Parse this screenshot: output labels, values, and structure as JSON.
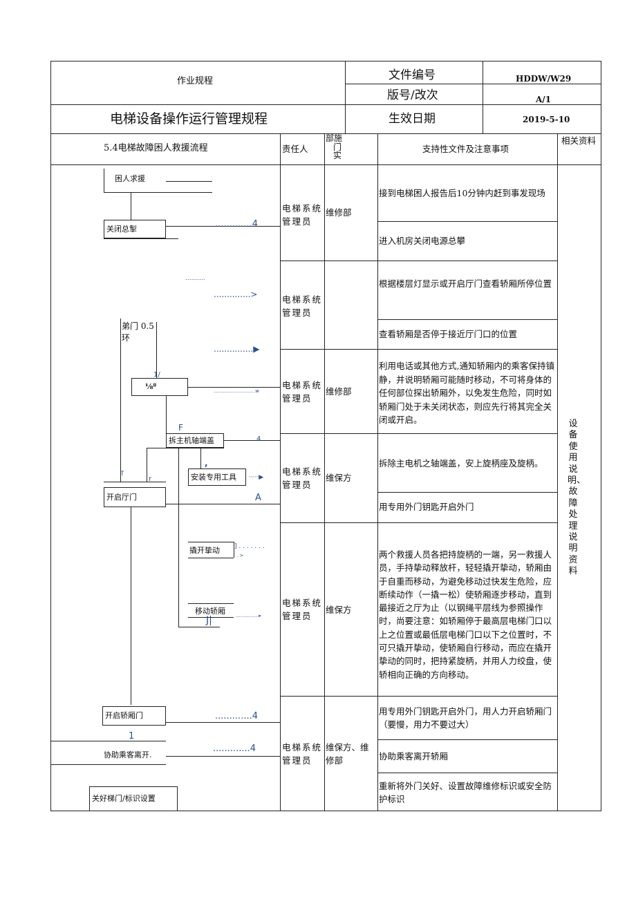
{
  "header": {
    "doc_type": "作业规程",
    "title": "电梯设备操作运行管理规程",
    "file_no_label": "文件编号",
    "file_no_value": "HDDW/W29",
    "version_label": "版号/改次",
    "version_value": "A/1",
    "date_label": "生效日期",
    "date_value": "2019-5-10"
  },
  "columns": {
    "process": "5.4电梯故障困人救援流程",
    "responsible": "责任人",
    "dept_top": "部施",
    "dept_mid": "门",
    "dept_bot": "实",
    "support": "支持性文件及注意事项",
    "related": "相关资料"
  },
  "flow": {
    "n1": "困人求援",
    "n2": "关闭总掣",
    "n3": "弟门 0.5",
    "n3b": "环",
    "n4": "⅛⁸",
    "n4mark": "1/",
    "n5": "拆主机轴端盖",
    "n5mark": "F",
    "n6": "安装专用工具",
    "n7": "开启厅门",
    "n8": "撬开挚动",
    "n9": "移动轿厢",
    "n10": "开启轿厢门",
    "n11": "协助乘客离开.",
    "n12": "关好梯门/标识设置",
    "dots1": ".............4",
    "dots2": "..........",
    "dots3": "..............>",
    "dots4": "...............▶",
    "dots5": "...........................w",
    "dots6": "4",
    "dots7": "·····▶",
    "dots8": "A",
    "dots9": "] . . . . . . .",
    "dots9b": ". >",
    "dots10": "...............▸",
    "dots11": "J|",
    "dots12": ".............4",
    "dots13": "1",
    "dots14": ".............4",
    "tick1": "T",
    "tick2": "r",
    "tick3": ","
  },
  "rows": [
    {
      "resp": "电梯系统管理员",
      "dept": "维修部",
      "notes": [
        "接到电梯困人报告后10分钟内赶到事发现场",
        "进入机房关闭电源总攀"
      ]
    },
    {
      "resp": "电梯系统管理员",
      "dept": "",
      "notes": [
        "根据楼层灯显示或开启厅门查看轿厢所停位置",
        "查看轿厢是否停于接近厅门口的位置"
      ]
    },
    {
      "resp": "电梯系统管理员",
      "dept": "维修部",
      "notes": [
        "利用电话或其他方式,通知轿厢内的乘客保持镇静，并说明轿厢可能随时移动，不可将身体的任何部位探出轿厢外，以免发生危险，同时如轿厢门处于未关闭状态，则应先行将其完全关闭或开启。"
      ]
    },
    {
      "resp": "电梯系统管理员",
      "dept": "维保方",
      "notes": [
        "拆除主电机之轴端盖，安上旋柄座及旋柄。",
        "用专用外门钥匙开启外门"
      ]
    },
    {
      "resp": "电梯系统管理员",
      "dept": "维保方",
      "notes": [
        "两个救援人员各把持旋柄的一端，另一救援人员，手持挚动释放杆，轻轻撬开挚动，轿厢由于自重而移动，为避免移动过快发生危险，应断续动作（一撬一松）使轿厢逐步移动，直到最接近之厅为止（以钢绳平层线为参照操作时，尚要注意：如轿厢停于最高层电梯门口以上之位置或最低层电梯门口以下之位置时，不可只撬开挚动，使轿厢自行移动，而应在撬开挚动的同时，把持紧旋柄，并用人力绞盘，使轿相向正确的方向移动。"
      ]
    },
    {
      "resp": "电梯系统管理员",
      "dept": "维保方、维修部",
      "notes": [
        "用专用外门钥匙开启外门，用人力开启轿厢门（要慢，用力不要过大）",
        "协助乘客离开轿厢",
        "重新将外门关好、设置故障维修标识或安全防护标识"
      ]
    }
  ],
  "related_material": "设备使用说明、故障处理说明资料"
}
